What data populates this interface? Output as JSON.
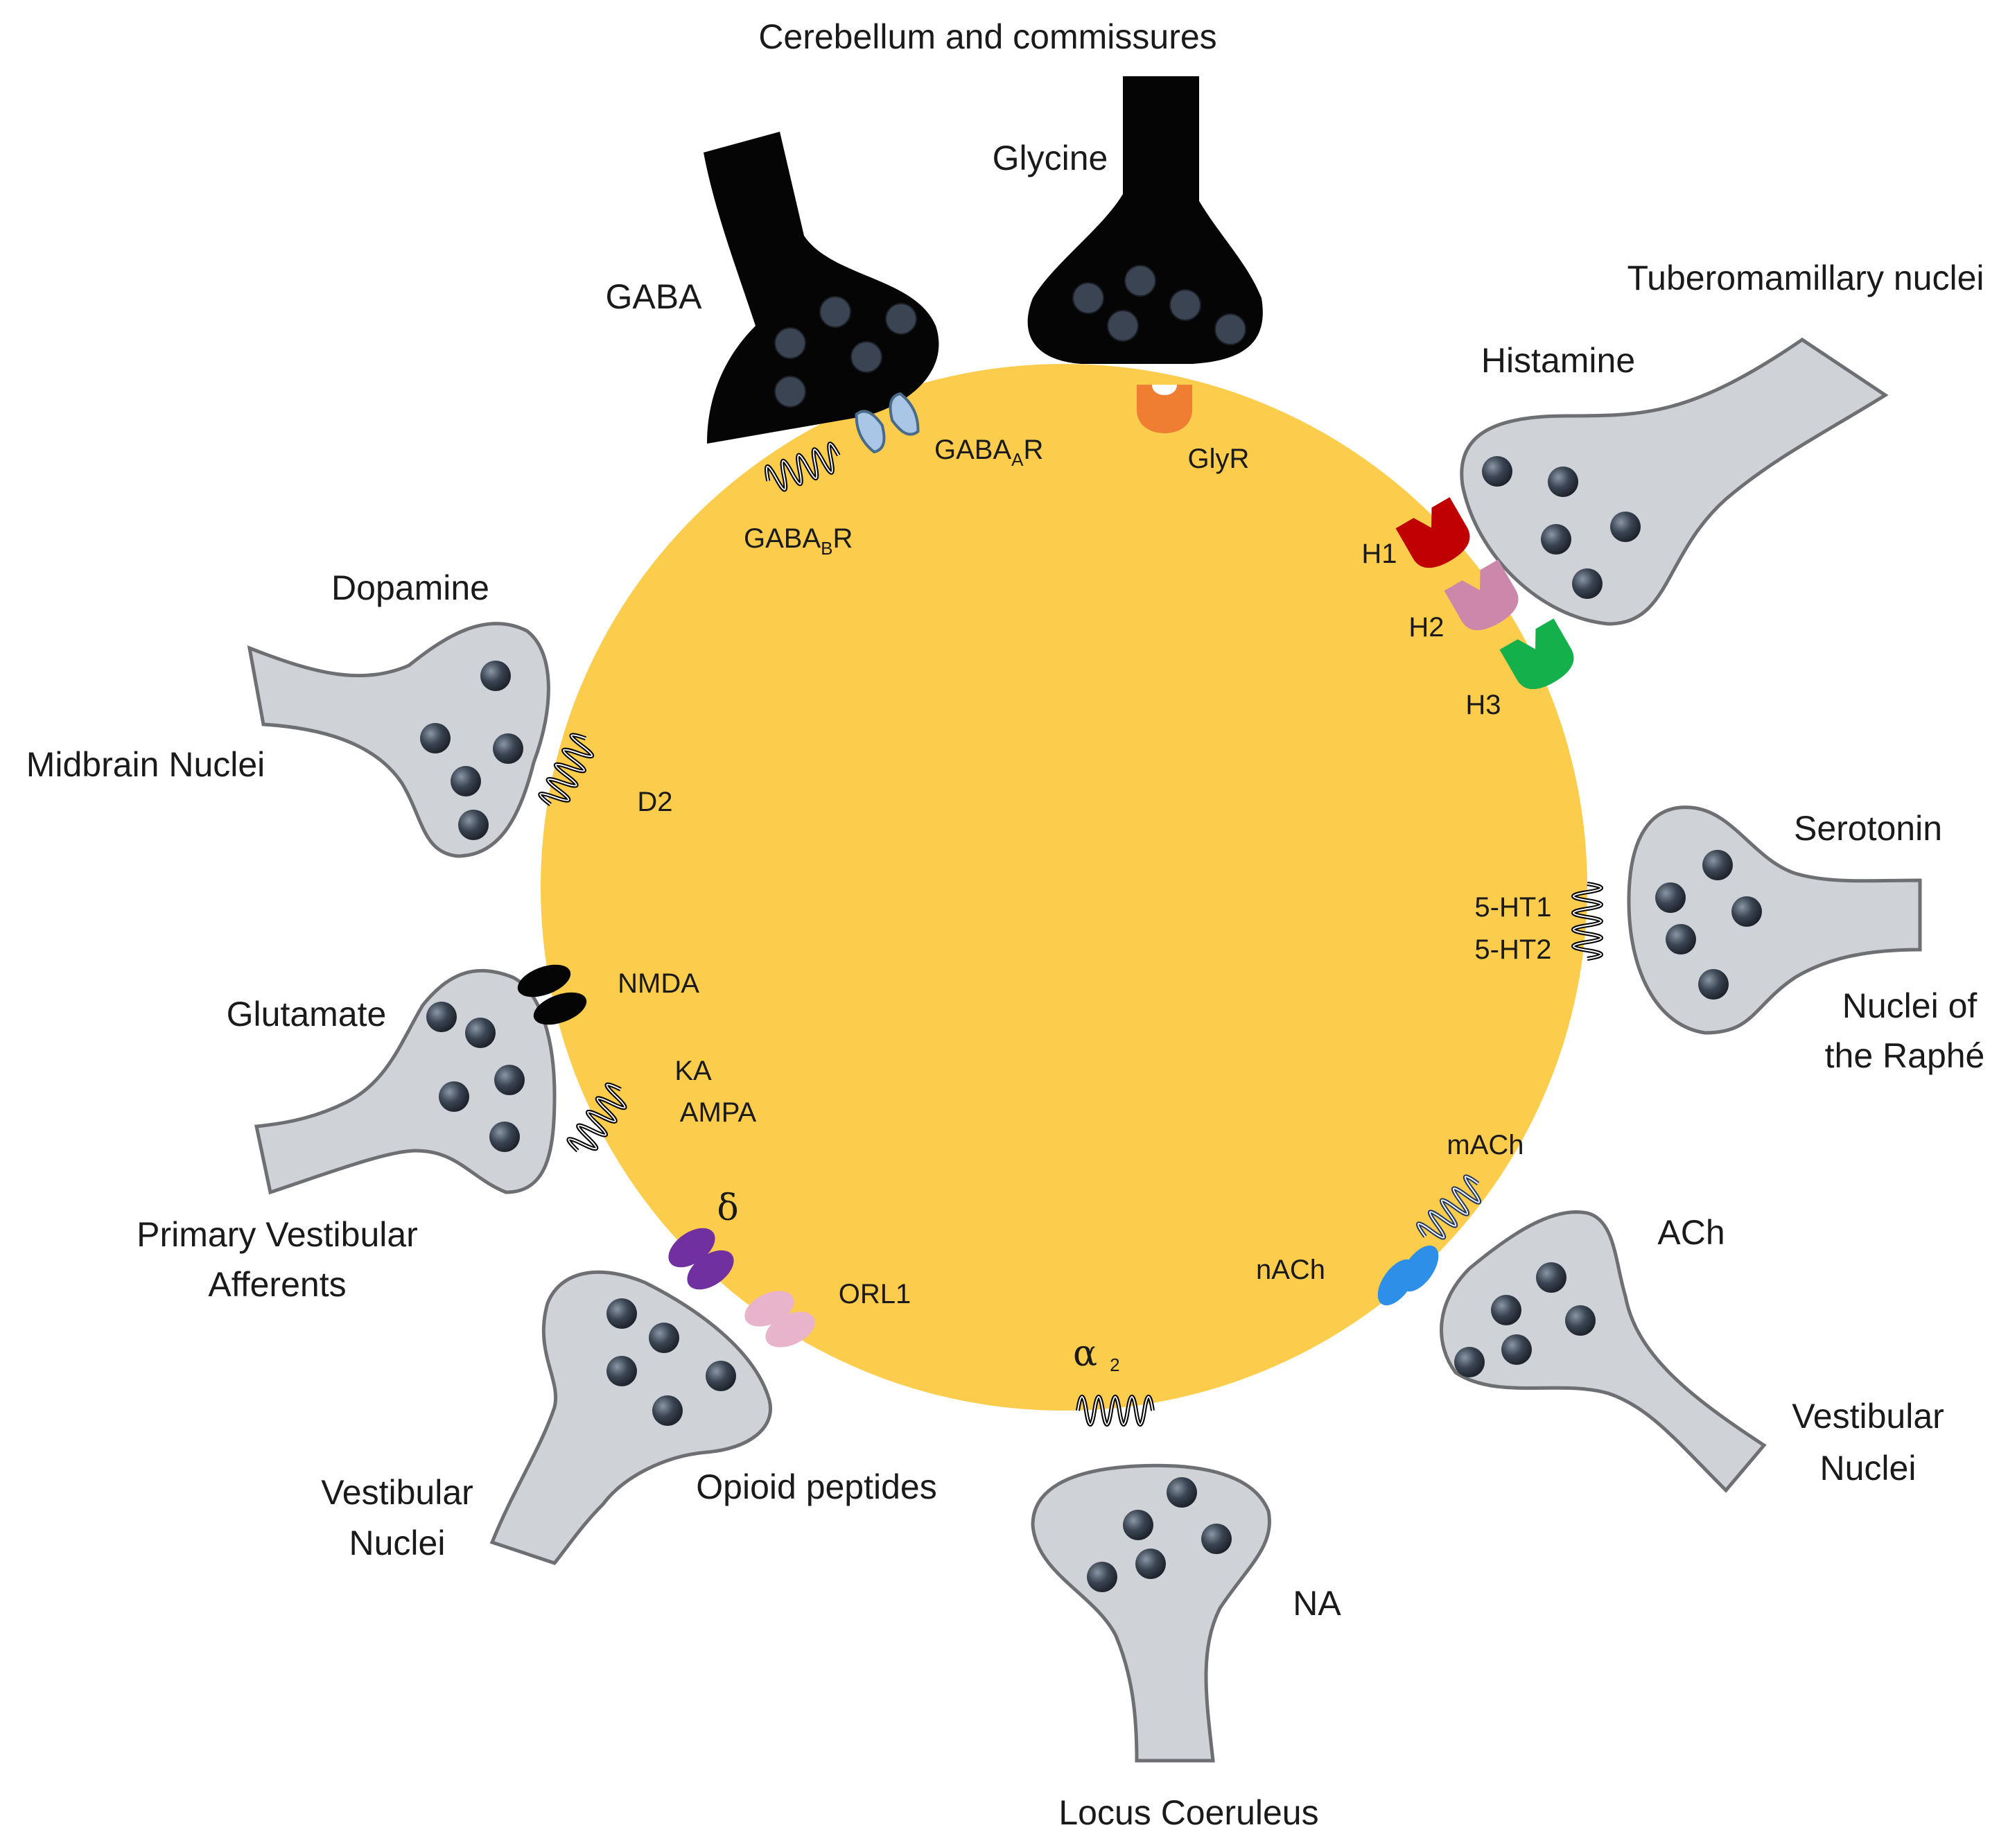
{
  "labels": {
    "cerebellum": "Cerebellum and commissures",
    "glycine": "Glycine",
    "gaba": "GABA",
    "tuberomamillary": "Tuberomamillary nuclei",
    "histamine": "Histamine",
    "dopamine": "Dopamine",
    "midbrain": "Midbrain Nuclei",
    "serotonin": "Serotonin",
    "raphe_1": "Nuclei of",
    "raphe_2": "the Raphé",
    "glutamate": "Glutamate",
    "primary_1": "Primary Vestibular",
    "primary_2": "Afferents",
    "ach": "ACh",
    "vestibular_right_1": "Vestibular",
    "vestibular_right_2": "Nuclei",
    "vestibular_left_1": "Vestibular",
    "vestibular_left_2": "Nuclei",
    "opioid": "Opioid peptides",
    "na": "NA",
    "locus": "Locus Coeruleus"
  },
  "receptors": {
    "gabaa_main": "GABA",
    "gabaa_sub": "A",
    "gabaa_tail": "R",
    "gabab_main": "GABA",
    "gabab_sub": "B",
    "gabab_tail": "R",
    "glyr": "GlyR",
    "h1": "H1",
    "h2": "H2",
    "h3": "H3",
    "d2": "D2",
    "ht1": "5-HT1",
    "ht2": "5-HT2",
    "nmda": "NMDA",
    "ka": "KA",
    "ampa": "AMPA",
    "mach": "mACh",
    "nach": "nACh",
    "delta": "δ",
    "orl1": "ORL1",
    "alpha": "α",
    "alpha_sub": "2"
  },
  "colors": {
    "cell_body": "#fccd4c",
    "terminal_grey": "#cfd2d6",
    "terminal_black": "#050505",
    "vesicle": "#3a4452",
    "gabaa_receptor": "#a9c6e6",
    "glyr": "#ef7d32",
    "h1": "#c00000",
    "h2": "#cc88aa",
    "h3": "#13b04b",
    "nach": "#2e8fe8",
    "mach": "#1f3864",
    "delta": "#7030a0",
    "orl1": "#e8b4cc"
  }
}
